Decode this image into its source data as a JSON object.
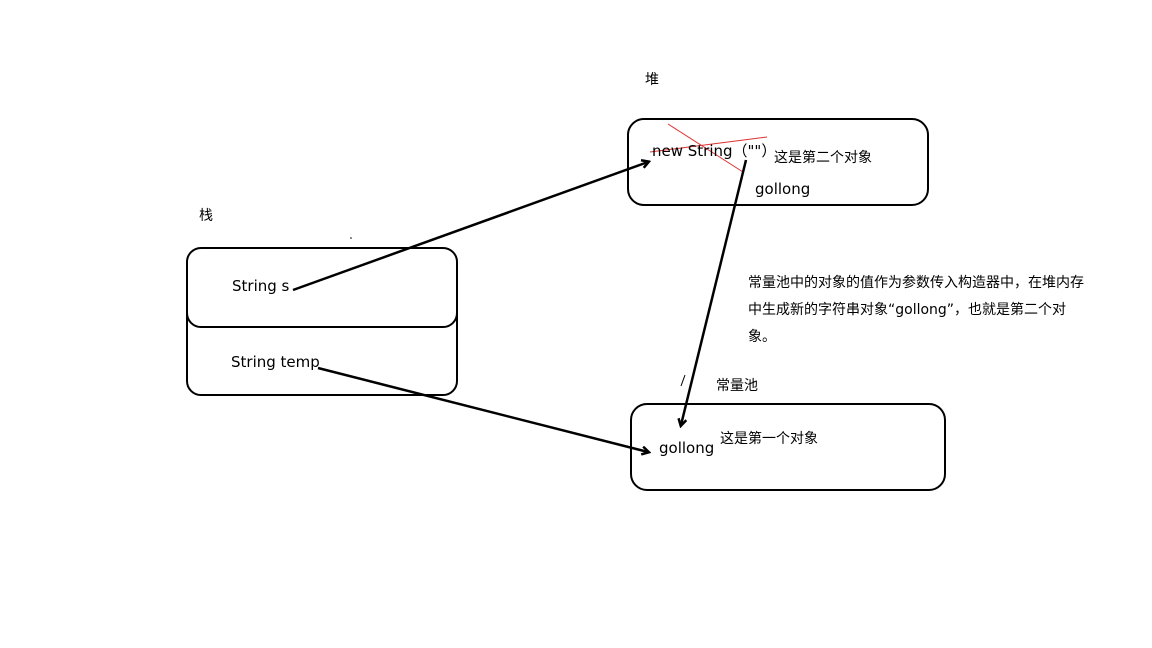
{
  "labels": {
    "stack": "栈",
    "heap": "堆",
    "pool": "常量池"
  },
  "stack": {
    "var_s": "String s",
    "var_temp": "String temp"
  },
  "heap": {
    "new_string": "new String（\"\"）",
    "second_object": "这是第二个对象",
    "value": "gollong"
  },
  "pool": {
    "value": "gollong",
    "first_object": "这是第一个对象"
  },
  "note": {
    "text": "常量池中的对象的值作为参数传入构造器中，在堆内存中生成新的字符串对象“gollong”，也就是第二个对象。"
  },
  "colors": {
    "stroke": "#000000",
    "strike": "#e03030",
    "background": "#ffffff"
  }
}
